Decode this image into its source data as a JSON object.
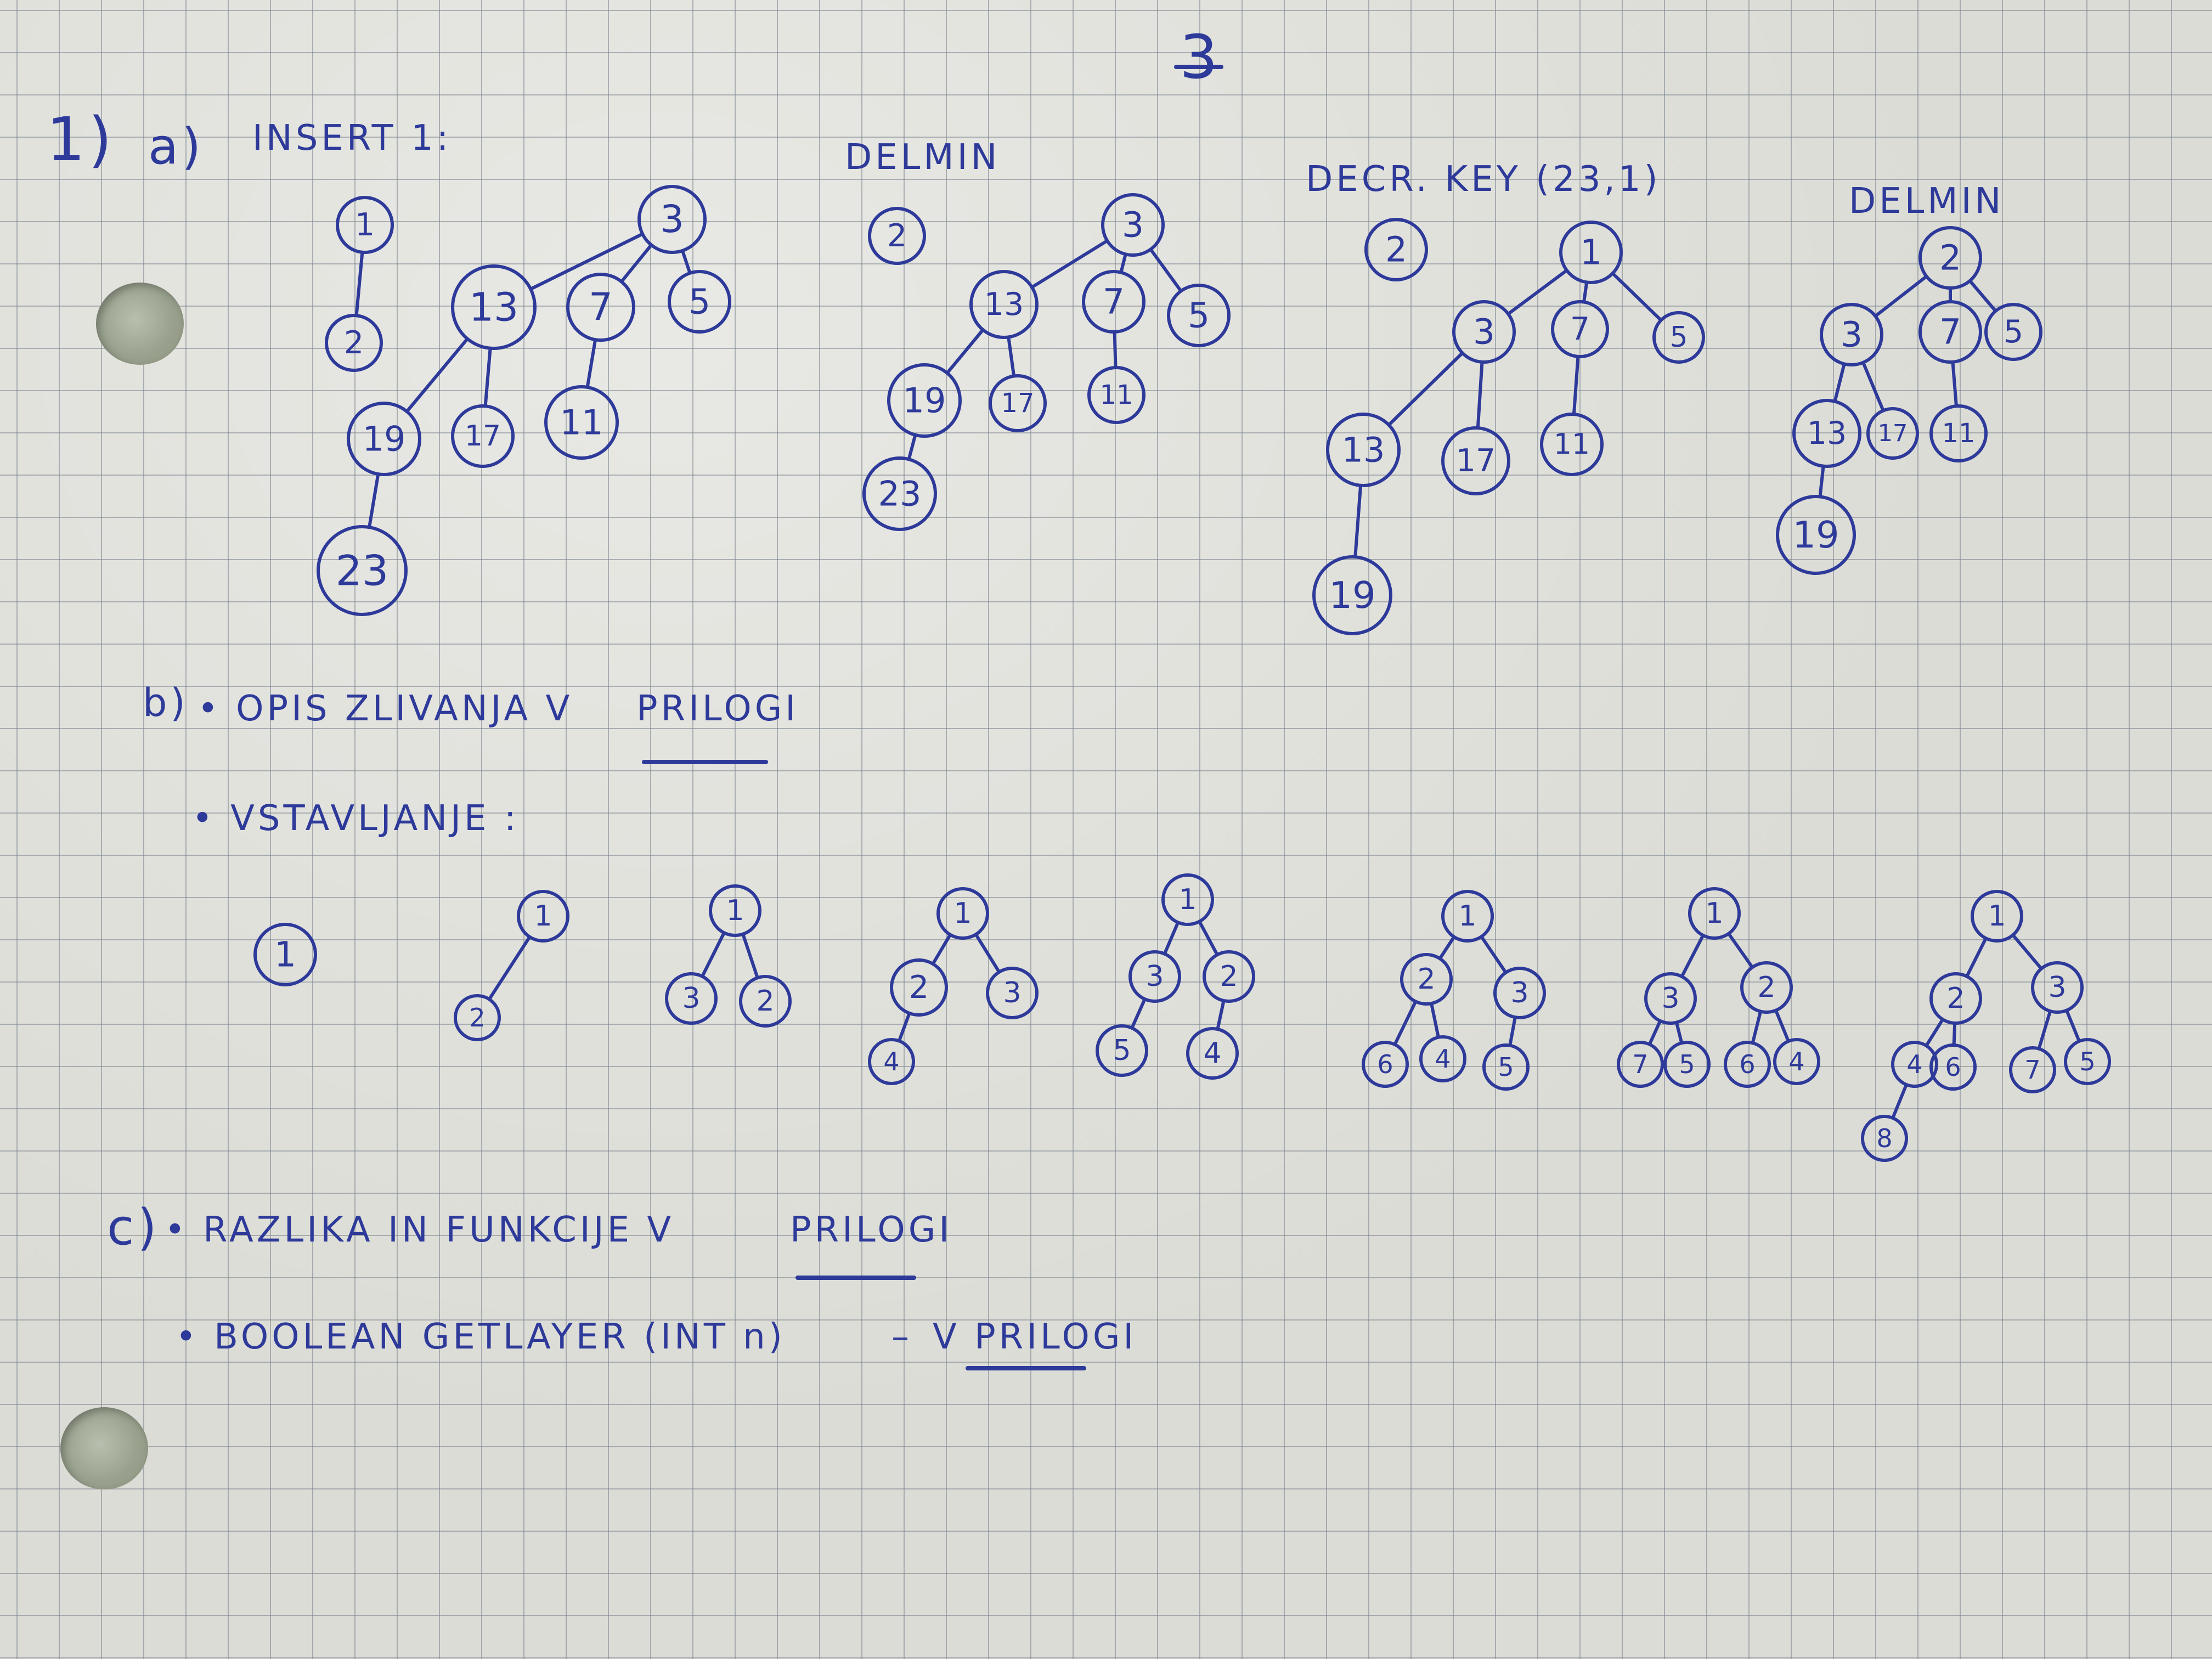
{
  "page_number": "3",
  "task_number": "1)",
  "part_a": {
    "label": "a)",
    "steps": [
      {
        "title": "INSERT 1:"
      },
      {
        "title": "DELMIN"
      },
      {
        "title": "DECR. KEY (23,1)"
      },
      {
        "title": "DELMIN"
      }
    ]
  },
  "part_b": {
    "label": "b)",
    "line1": "• OPIS ZLIVANJA V",
    "line1_ref": "PRILOGI",
    "line2": "• VSTAVLJANJE :"
  },
  "part_c": {
    "label": "c)",
    "line1": "• RAZLIKA IN FUNKCIJE V",
    "line1_ref": "PRILOGI",
    "line2": "• BOOLEAN GETLAYER (INT n)",
    "line2_sep": "–",
    "line2_ref": "V PRILOGI"
  },
  "nodes": [
    {
      "id": "a1_1",
      "v": "1"
    },
    {
      "id": "a1_2",
      "v": "2"
    },
    {
      "id": "a1_3",
      "v": "3"
    },
    {
      "id": "a1_13",
      "v": "13"
    },
    {
      "id": "a1_7",
      "v": "7"
    },
    {
      "id": "a1_5",
      "v": "5"
    },
    {
      "id": "a1_19",
      "v": "19"
    },
    {
      "id": "a1_17",
      "v": "17"
    },
    {
      "id": "a1_11",
      "v": "11"
    },
    {
      "id": "a1_23",
      "v": "23"
    },
    {
      "id": "a2_2",
      "v": "2"
    },
    {
      "id": "a2_3",
      "v": "3"
    },
    {
      "id": "a2_13",
      "v": "13"
    },
    {
      "id": "a2_7",
      "v": "7"
    },
    {
      "id": "a2_5",
      "v": "5"
    },
    {
      "id": "a2_19",
      "v": "19"
    },
    {
      "id": "a2_17",
      "v": "17"
    },
    {
      "id": "a2_11",
      "v": "11"
    },
    {
      "id": "a2_23",
      "v": "23"
    },
    {
      "id": "a3_2",
      "v": "2"
    },
    {
      "id": "a3_1",
      "v": "1"
    },
    {
      "id": "a3_3",
      "v": "3"
    },
    {
      "id": "a3_7",
      "v": "7"
    },
    {
      "id": "a3_5",
      "v": "5"
    },
    {
      "id": "a3_13",
      "v": "13"
    },
    {
      "id": "a3_17",
      "v": "17"
    },
    {
      "id": "a3_11",
      "v": "11"
    },
    {
      "id": "a3_19",
      "v": "19"
    },
    {
      "id": "a4_2",
      "v": "2"
    },
    {
      "id": "a4_3",
      "v": "3"
    },
    {
      "id": "a4_7",
      "v": "7"
    },
    {
      "id": "a4_5",
      "v": "5"
    },
    {
      "id": "a4_13",
      "v": "13"
    },
    {
      "id": "a4_17",
      "v": "17"
    },
    {
      "id": "a4_11",
      "v": "11"
    },
    {
      "id": "a4_19",
      "v": "19"
    },
    {
      "id": "b1_1",
      "v": "1"
    },
    {
      "id": "b2_1",
      "v": "1"
    },
    {
      "id": "b2_2",
      "v": "2"
    },
    {
      "id": "b3_1",
      "v": "1"
    },
    {
      "id": "b3_3",
      "v": "3"
    },
    {
      "id": "b3_2",
      "v": "2"
    },
    {
      "id": "b4_1",
      "v": "1"
    },
    {
      "id": "b4_2",
      "v": "2"
    },
    {
      "id": "b4_3",
      "v": "3"
    },
    {
      "id": "b4_4",
      "v": "4"
    },
    {
      "id": "b5_1",
      "v": "1"
    },
    {
      "id": "b5_3",
      "v": "3"
    },
    {
      "id": "b5_2",
      "v": "2"
    },
    {
      "id": "b5_5",
      "v": "5"
    },
    {
      "id": "b5_4",
      "v": "4"
    },
    {
      "id": "b6_1",
      "v": "1"
    },
    {
      "id": "b6_2",
      "v": "2"
    },
    {
      "id": "b6_3",
      "v": "3"
    },
    {
      "id": "b6_6",
      "v": "6"
    },
    {
      "id": "b6_4",
      "v": "4"
    },
    {
      "id": "b6_5",
      "v": "5"
    },
    {
      "id": "b7_1",
      "v": "1"
    },
    {
      "id": "b7_3",
      "v": "3"
    },
    {
      "id": "b7_2",
      "v": "2"
    },
    {
      "id": "b7_7",
      "v": "7"
    },
    {
      "id": "b7_5",
      "v": "5"
    },
    {
      "id": "b7_6",
      "v": "6"
    },
    {
      "id": "b7_4",
      "v": "4"
    },
    {
      "id": "b8_1",
      "v": "1"
    },
    {
      "id": "b8_2",
      "v": "2"
    },
    {
      "id": "b8_3",
      "v": "3"
    },
    {
      "id": "b8_4",
      "v": "4"
    },
    {
      "id": "b8_6",
      "v": "6"
    },
    {
      "id": "b8_7",
      "v": "7"
    },
    {
      "id": "b8_5",
      "v": "5"
    },
    {
      "id": "b8_8",
      "v": "8"
    }
  ],
  "edges": [
    [
      "a1_1",
      "a1_2"
    ],
    [
      "a1_3",
      "a1_13"
    ],
    [
      "a1_3",
      "a1_7"
    ],
    [
      "a1_3",
      "a1_5"
    ],
    [
      "a1_13",
      "a1_19"
    ],
    [
      "a1_13",
      "a1_17"
    ],
    [
      "a1_7",
      "a1_11"
    ],
    [
      "a1_19",
      "a1_23"
    ],
    [
      "a2_3",
      "a2_13"
    ],
    [
      "a2_3",
      "a2_7"
    ],
    [
      "a2_3",
      "a2_5"
    ],
    [
      "a2_13",
      "a2_19"
    ],
    [
      "a2_13",
      "a2_17"
    ],
    [
      "a2_7",
      "a2_11"
    ],
    [
      "a2_19",
      "a2_23"
    ],
    [
      "a3_1",
      "a3_3"
    ],
    [
      "a3_1",
      "a3_7"
    ],
    [
      "a3_1",
      "a3_5"
    ],
    [
      "a3_3",
      "a3_13"
    ],
    [
      "a3_3",
      "a3_17"
    ],
    [
      "a3_7",
      "a3_11"
    ],
    [
      "a3_13",
      "a3_19"
    ],
    [
      "a4_2",
      "a4_3"
    ],
    [
      "a4_2",
      "a4_7"
    ],
    [
      "a4_2",
      "a4_5"
    ],
    [
      "a4_3",
      "a4_13"
    ],
    [
      "a4_3",
      "a4_17"
    ],
    [
      "a4_7",
      "a4_11"
    ],
    [
      "a4_13",
      "a4_19"
    ],
    [
      "b2_1",
      "b2_2"
    ],
    [
      "b3_1",
      "b3_3"
    ],
    [
      "b3_1",
      "b3_2"
    ],
    [
      "b4_1",
      "b4_2"
    ],
    [
      "b4_1",
      "b4_3"
    ],
    [
      "b4_2",
      "b4_4"
    ],
    [
      "b5_1",
      "b5_3"
    ],
    [
      "b5_1",
      "b5_2"
    ],
    [
      "b5_3",
      "b5_5"
    ],
    [
      "b5_2",
      "b5_4"
    ],
    [
      "b6_1",
      "b6_2"
    ],
    [
      "b6_1",
      "b6_3"
    ],
    [
      "b6_2",
      "b6_6"
    ],
    [
      "b6_2",
      "b6_4"
    ],
    [
      "b6_3",
      "b6_5"
    ],
    [
      "b7_1",
      "b7_3"
    ],
    [
      "b7_1",
      "b7_2"
    ],
    [
      "b7_3",
      "b7_7"
    ],
    [
      "b7_3",
      "b7_5"
    ],
    [
      "b7_2",
      "b7_6"
    ],
    [
      "b7_2",
      "b7_4"
    ],
    [
      "b8_1",
      "b8_2"
    ],
    [
      "b8_1",
      "b8_3"
    ],
    [
      "b8_2",
      "b8_4"
    ],
    [
      "b8_2",
      "b8_6"
    ],
    [
      "b8_3",
      "b8_7"
    ],
    [
      "b8_3",
      "b8_5"
    ],
    [
      "b8_4",
      "b8_8"
    ]
  ]
}
